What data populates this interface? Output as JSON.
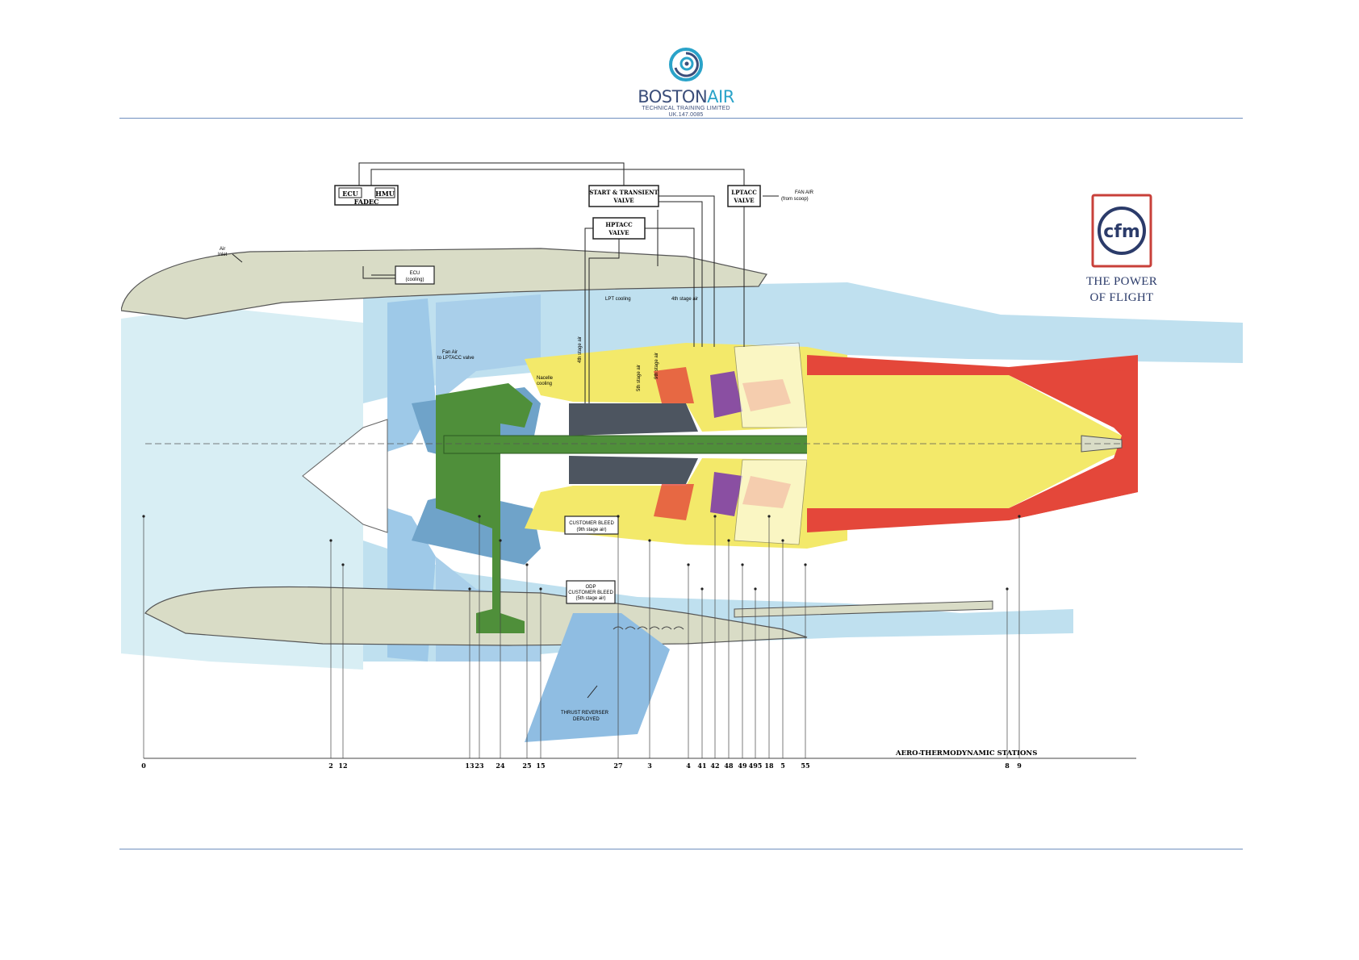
{
  "header": {
    "brand_part1": "BOSTON",
    "brand_part2": "AIR",
    "subtitle": "TECHNICAL TRAINING LIMITED",
    "approval": "UK.147.0085"
  },
  "colors": {
    "rule": "#6f8fbf",
    "brand_dark": "#3b4e7a",
    "brand_light": "#2aa3c9",
    "inlet_air": "#d8eef4",
    "fan_air": "#9ec9e8",
    "nacelle": "#d9dcc6",
    "compressor_shaft": "#4f8f3a",
    "hp_core": "#4d5560",
    "combustor": "#f3e96a",
    "exhaust_hot": "#e4473a",
    "turbine_purple": "#8a4fa2",
    "turbine_orange": "#e88435",
    "cfm_red": "#c8403a",
    "cfm_blue": "#2b3b6a"
  },
  "controls": {
    "ecu": "ECU",
    "hmu": "HMU",
    "fadec": "FADEC",
    "start_valve_1": "START & TRANSIENT",
    "start_valve_2": "VALVE",
    "hptacc_1": "HPTACC",
    "hptacc_2": "VALVE",
    "lptacc_1": "LPTACC",
    "lptacc_2": "VALVE",
    "fan_air_1": "FAN AIR",
    "fan_air_2": "(from scoop)"
  },
  "labels": {
    "air_inlet_1": "Air",
    "air_inlet_2": "Inlet",
    "ecu_cooling_1": "ECU",
    "ecu_cooling_2": "(cooling)",
    "fan_air_lptacc_1": "Fan Air",
    "fan_air_lptacc_2": "to LPTACC valve",
    "nacelle_cooling_1": "Nacelle",
    "nacelle_cooling_2": "cooling",
    "stage4_air": "4th stage air",
    "stage9_air": "9th stage air",
    "lpt_cooling": "LPT cooling",
    "stage4_air_b": "4th stage air",
    "stage5_air": "5th stage air",
    "customer_bleed_1": "CUSTOMER BLEED",
    "customer_bleed_2": "(9th stage air)",
    "odp_bleed_1": "ODP",
    "odp_bleed_2": "CUSTOMER BLEED",
    "odp_bleed_3": "(5th stage air)",
    "thrust_reverser_1": "THRUST REVERSER",
    "thrust_reverser_2": "DEPLOYED",
    "stations_title": "AERO-THERMODYNAMIC STATIONS"
  },
  "stations": [
    "0",
    "2",
    "12",
    "13",
    "23",
    "24",
    "25",
    "15",
    "27",
    "3",
    "4",
    "41",
    "42",
    "48",
    "49",
    "495",
    "18",
    "5",
    "55",
    "8",
    "9"
  ],
  "cfm": {
    "logo_text": "cfm",
    "tagline_1": "THE POWER",
    "tagline_2": "OF FLIGHT"
  }
}
